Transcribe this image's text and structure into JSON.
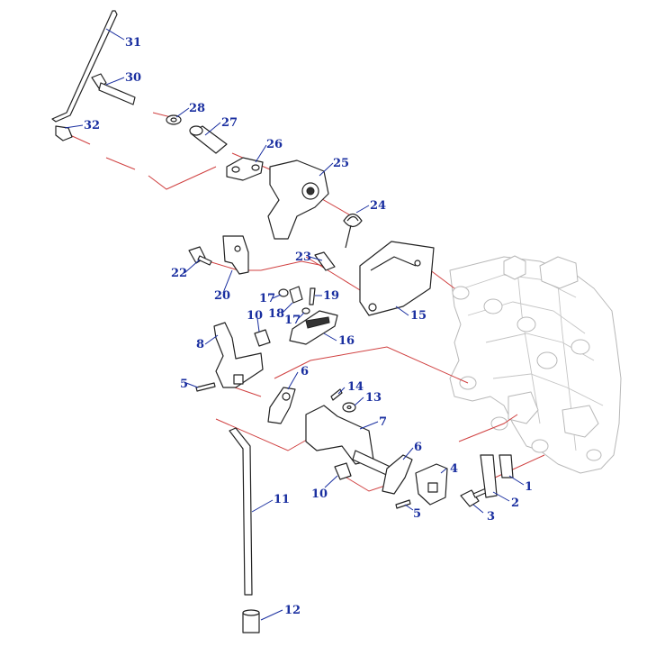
{
  "callouts": [
    {
      "id": "c1",
      "label": "1"
    },
    {
      "id": "c2",
      "label": "2"
    },
    {
      "id": "c3",
      "label": "3"
    },
    {
      "id": "c4",
      "label": "4"
    },
    {
      "id": "c5a",
      "label": "5"
    },
    {
      "id": "c5b",
      "label": "5"
    },
    {
      "id": "c6a",
      "label": "6"
    },
    {
      "id": "c6b",
      "label": "6"
    },
    {
      "id": "c7",
      "label": "7"
    },
    {
      "id": "c8",
      "label": "8"
    },
    {
      "id": "c10a",
      "label": "10"
    },
    {
      "id": "c10b",
      "label": "10"
    },
    {
      "id": "c11",
      "label": "11"
    },
    {
      "id": "c12",
      "label": "12"
    },
    {
      "id": "c13",
      "label": "13"
    },
    {
      "id": "c14",
      "label": "14"
    },
    {
      "id": "c15",
      "label": "15"
    },
    {
      "id": "c16",
      "label": "16"
    },
    {
      "id": "c17a",
      "label": "17"
    },
    {
      "id": "c17b",
      "label": "17"
    },
    {
      "id": "c18",
      "label": "18"
    },
    {
      "id": "c19",
      "label": "19"
    },
    {
      "id": "c20",
      "label": "20"
    },
    {
      "id": "c22",
      "label": "22"
    },
    {
      "id": "c23",
      "label": "23"
    },
    {
      "id": "c24",
      "label": "24"
    },
    {
      "id": "c25",
      "label": "25"
    },
    {
      "id": "c26",
      "label": "26"
    },
    {
      "id": "c27",
      "label": "27"
    },
    {
      "id": "c28",
      "label": "28"
    },
    {
      "id": "c30",
      "label": "30"
    },
    {
      "id": "c31",
      "label": "31"
    },
    {
      "id": "c32",
      "label": "32"
    }
  ],
  "colors": {
    "callout": "#1a2fa0",
    "assembly_line": "#d04040",
    "part_outline": "#222222",
    "housing_outline": "#b8b8b8"
  }
}
